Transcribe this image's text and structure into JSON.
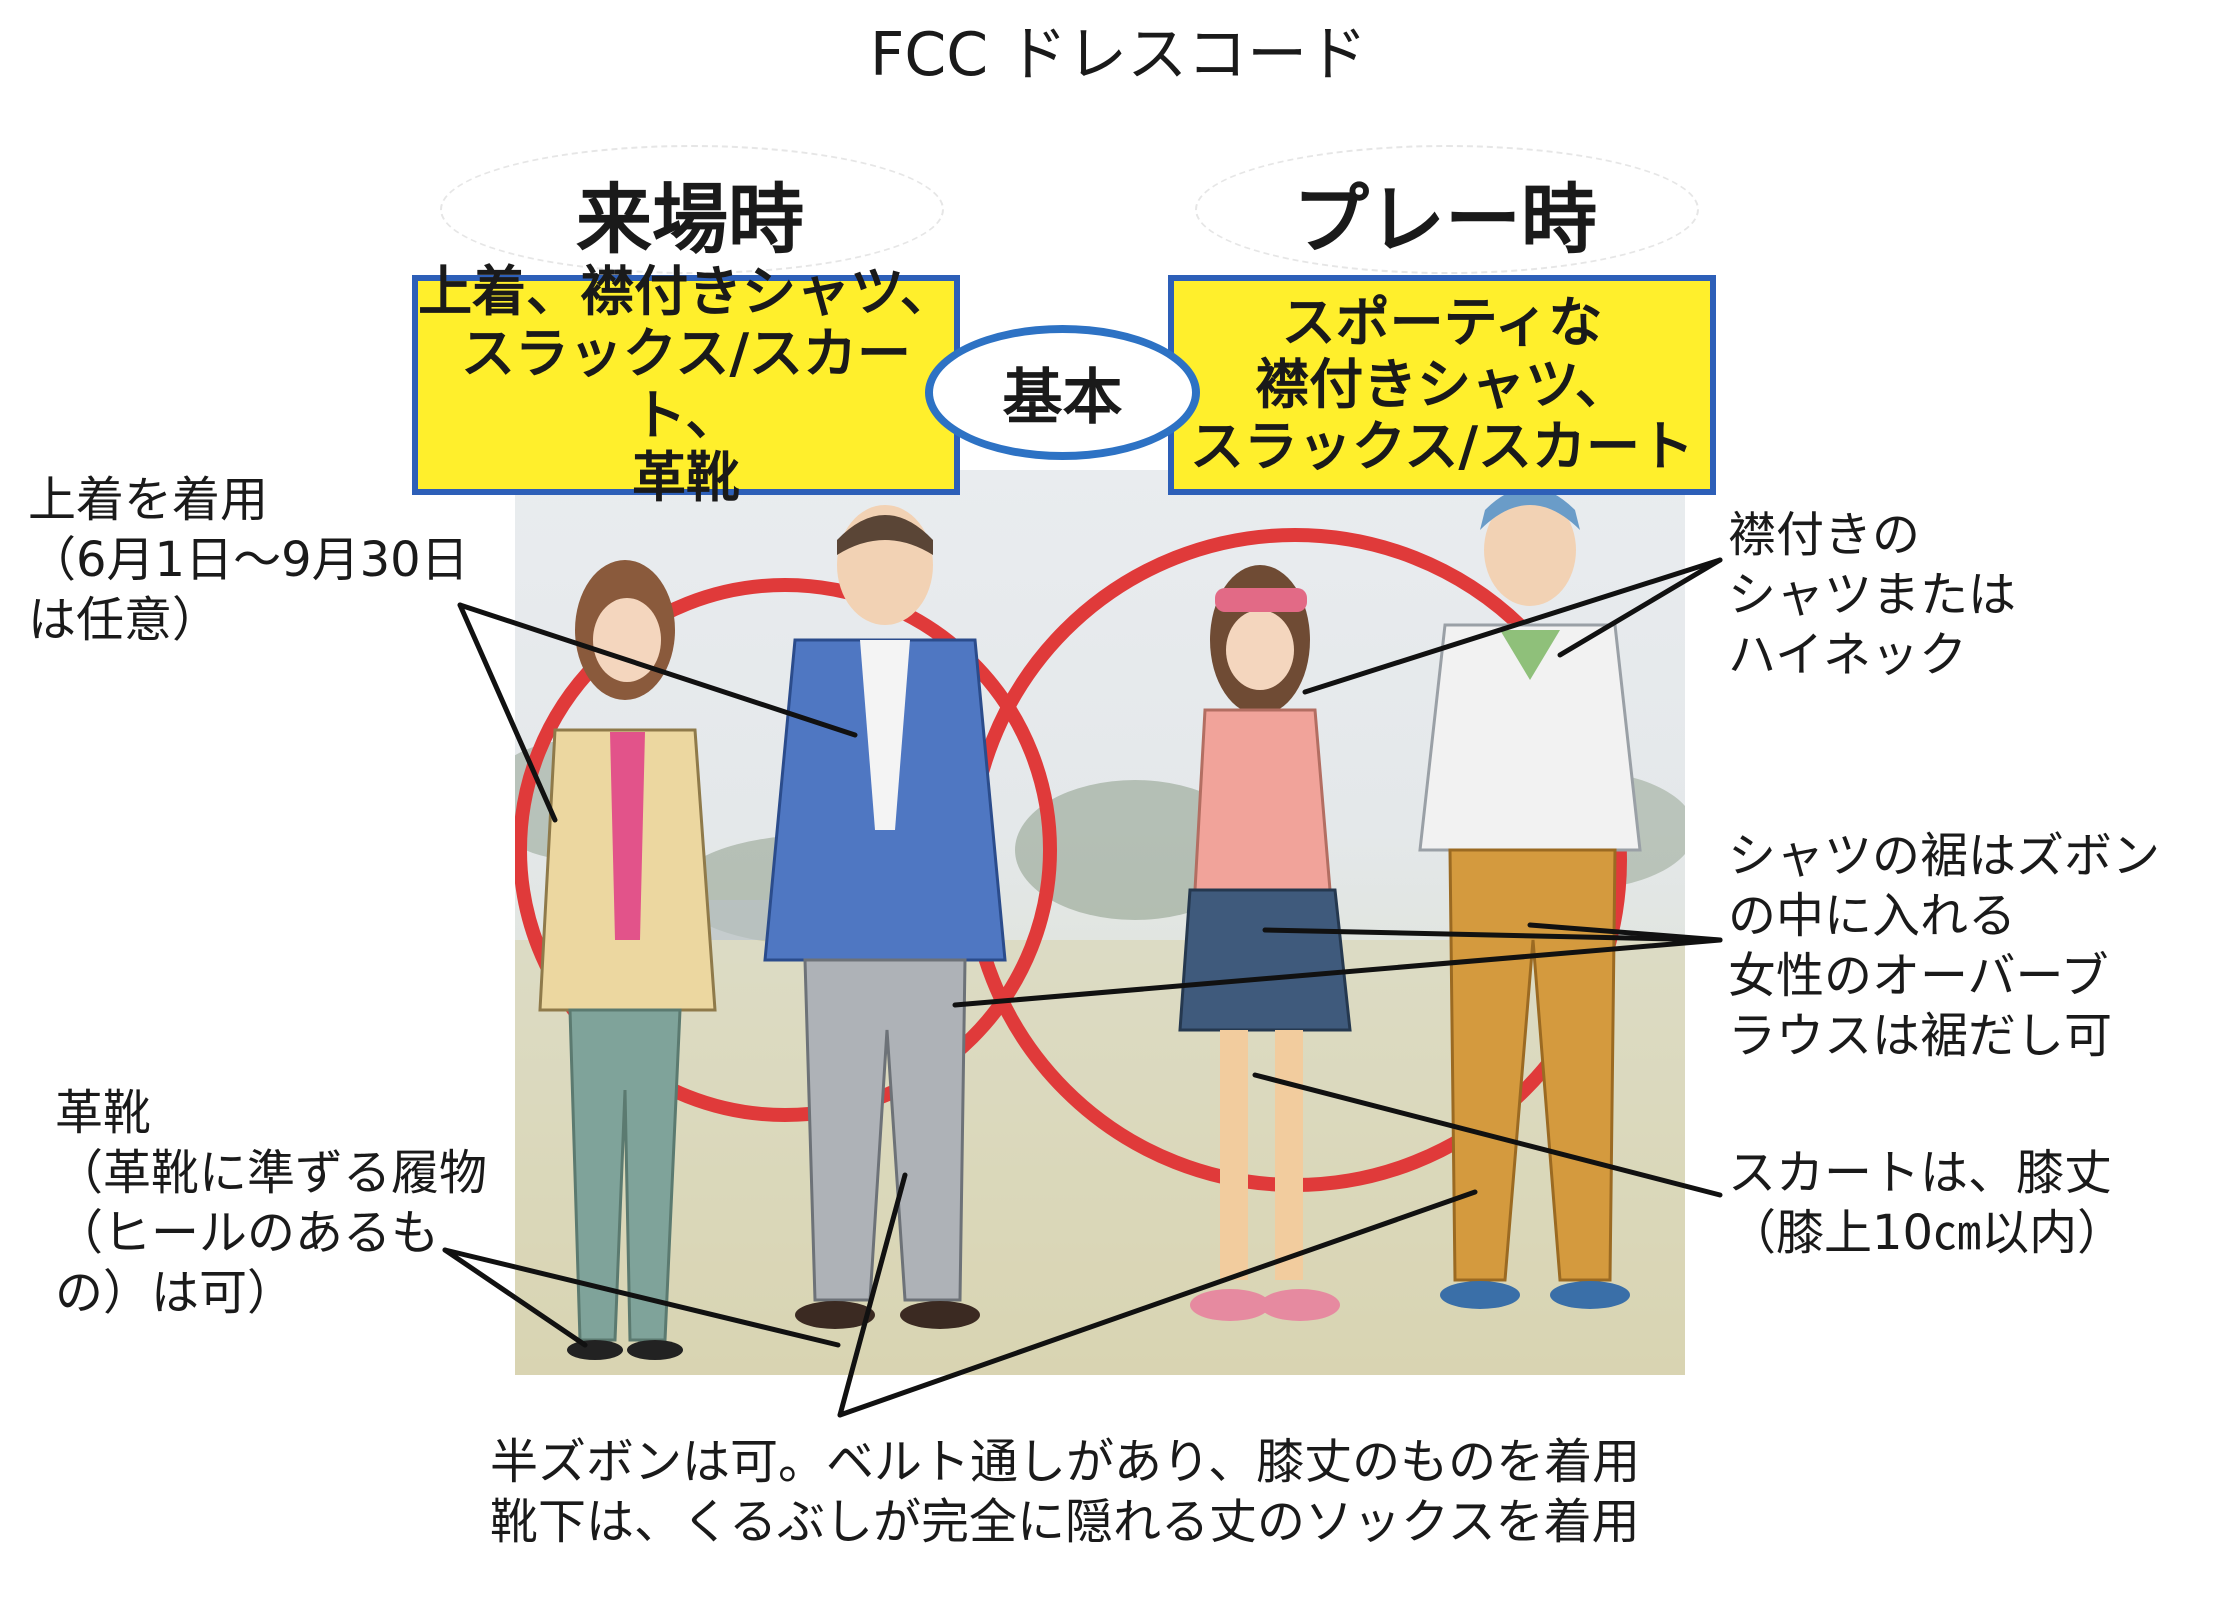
{
  "title": "FCC ドレスコード",
  "sections": {
    "arrival": {
      "heading": "来場時",
      "box": "上着、襟付きシャツ、\nスラックス/スカート、\n革靴"
    },
    "play": {
      "heading": "プレー時",
      "box": "スポーティな\n襟付きシャツ、\nスラックス/スカート"
    },
    "basic_label": "基本"
  },
  "notes": {
    "jacket": "上着を着用\n（6月1日～9月30日\nは任意）",
    "shoes": "革靴\n（革靴に準ずる履物\n（ヒールのあるも\nの）は可）",
    "collar": "襟付きの\nシャツまたは\nハイネック",
    "tuck": "シャツの裾はズボン\nの中に入れる\n女性のオーバーブ\nラウスは裾だし可",
    "skirt": "スカートは、膝丈\n（膝上10㎝以内）",
    "bottom_line1": "半ズボンは可。ベルト通しがあり、膝丈のものを着用",
    "bottom_line2": "靴下は、くるぶしが完全に隠れる丈のソックスを着用"
  },
  "colors": {
    "box_fill": "#ffef2c",
    "box_border": "#2d5fb8",
    "kihon_border": "#2d72c4",
    "ring_red": "#e03a3a",
    "pointer_line": "#111111"
  }
}
